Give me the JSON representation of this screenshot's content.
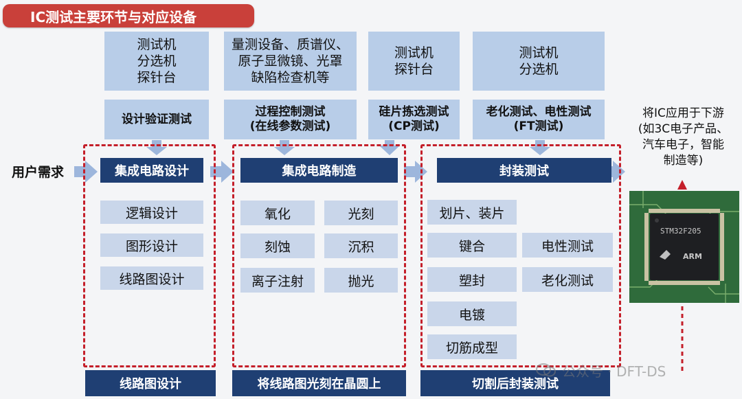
{
  "title": "IC测试主要环节与对应设备",
  "user_need": "用户需求",
  "columns": [
    {
      "equipment": [
        "测试机",
        "分选机",
        "探针台"
      ],
      "test": [
        "设计验证测试"
      ],
      "stage": "集成电路设计",
      "steps": [
        "逻辑设计",
        "图形设计",
        "线路图设计"
      ],
      "bottom": "线路图设计"
    },
    {
      "equipment": [
        "量测设备、质谱仪、",
        "原子显微镜、光罩",
        "缺陷检查机等"
      ],
      "test": [
        "过程控制测试",
        "(在线参数测试)"
      ],
      "stage": "集成电路制造",
      "steps_left": [
        "氧化",
        "刻蚀",
        "离子注射"
      ],
      "steps_right": [
        "光刻",
        "沉积",
        "抛光"
      ],
      "bottom": "将线路图光刻在晶圆上"
    },
    {
      "equipment": [
        "测试机",
        "探针台"
      ],
      "test": [
        "硅片拣选测试",
        "(CP测试)"
      ]
    },
    {
      "equipment": [
        "测试机",
        "分选机"
      ],
      "test": [
        "老化测试、电性测试",
        "(FT测试)"
      ],
      "stage": "封装测试",
      "steps_left": [
        "划片、装片",
        "键合",
        "塑封",
        "电镀",
        "切筋成型"
      ],
      "steps_right": [
        "电性测试",
        "老化测试"
      ],
      "bottom": "切割后封装测试"
    }
  ],
  "downstream": [
    "将IC应用于下游",
    "(如3C电子产品、",
    "汽车电子，智能",
    "制造等)"
  ],
  "chip_text": [
    "STM32F205",
    "ARM"
  ],
  "watermark": "公众号 · DFT-DS",
  "colors": {
    "title_bg": "#c9403a",
    "dashed_border": "#c41f2a",
    "stage_bg": "#1f3f73",
    "box_bg": "#b8cde8",
    "step_bg": "#c9d6ea",
    "arrow": "#9db6dc"
  }
}
